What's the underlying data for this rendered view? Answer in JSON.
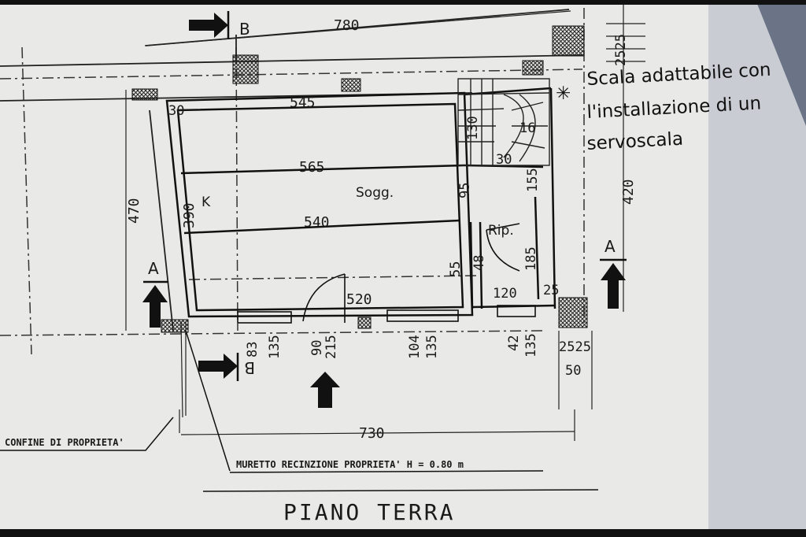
{
  "drawing": {
    "title": "PIANO TERRA",
    "annotation_lines": [
      "Scala adattabile con",
      "l'installazione di un",
      "servoscala"
    ],
    "rooms": {
      "soggiorno": "Sogg.",
      "kitchen": "K",
      "storage": "Rip."
    },
    "section_marks": {
      "a_left": "A",
      "a_right": "A",
      "b_top": "B",
      "b_bottom": "B"
    },
    "notes": {
      "property_line": "CONFINE DI PROPRIETA'",
      "fence_wall": "MURETTO RECINZIONE PROPRIETA' H = 0.80 m"
    },
    "dimensions": {
      "top_total": "780",
      "bottom_total": "730",
      "wall_30": "30",
      "d545": "545",
      "d565": "565",
      "d540": "540",
      "d520": "520",
      "d470": "470",
      "d390": "390",
      "d420": "420",
      "d95": "95",
      "d55a": "55",
      "d48": "48",
      "d185": "185",
      "d155": "155",
      "d120": "120",
      "d25": "25",
      "stair_130": "130",
      "stair_30": "30",
      "stair_16": "16",
      "d50": "50",
      "d2525": "2525",
      "d2525_top": "2525",
      "w83": "83",
      "h135a": "135",
      "w90": "90",
      "h215": "215",
      "w104": "104",
      "h135b": "135",
      "w42": "42",
      "h135c": "135"
    }
  }
}
